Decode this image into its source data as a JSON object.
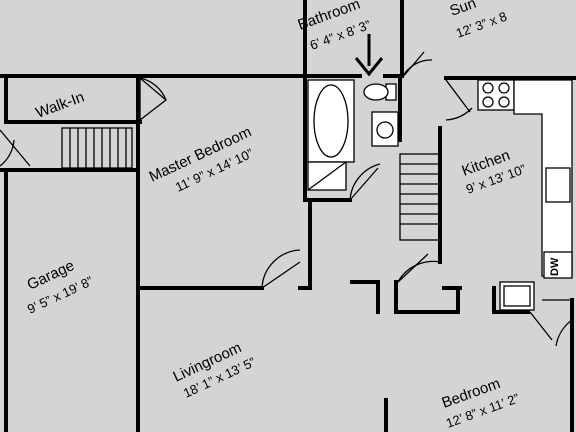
{
  "rooms": {
    "bathroom": {
      "name": "Bathroom",
      "dims": "6’ 4” x 8’ 3”"
    },
    "sunroom": {
      "name": "Sun",
      "dims": "12’ 3” x 8"
    },
    "walkin": {
      "name": "Walk-In"
    },
    "master": {
      "name": "Master Bedroom",
      "dims": "11’ 9” x 14’ 10”"
    },
    "kitchen": {
      "name": "Kitchen",
      "dims": "9’ x 13’ 10”"
    },
    "garage": {
      "name": "Garage",
      "dims": "9’ 5” x 19’ 8”"
    },
    "living": {
      "name": "Livingroom",
      "dims": "18’ 1” x 13’ 5”"
    },
    "bedroom": {
      "name": "Bedroom",
      "dims": "12’ 8” x 11’ 2”"
    }
  },
  "appliances": {
    "dishwasher": "DW"
  },
  "colors": {
    "floor": "#d4d4d4",
    "fixture": "#ffffff",
    "wall": "#000000"
  }
}
